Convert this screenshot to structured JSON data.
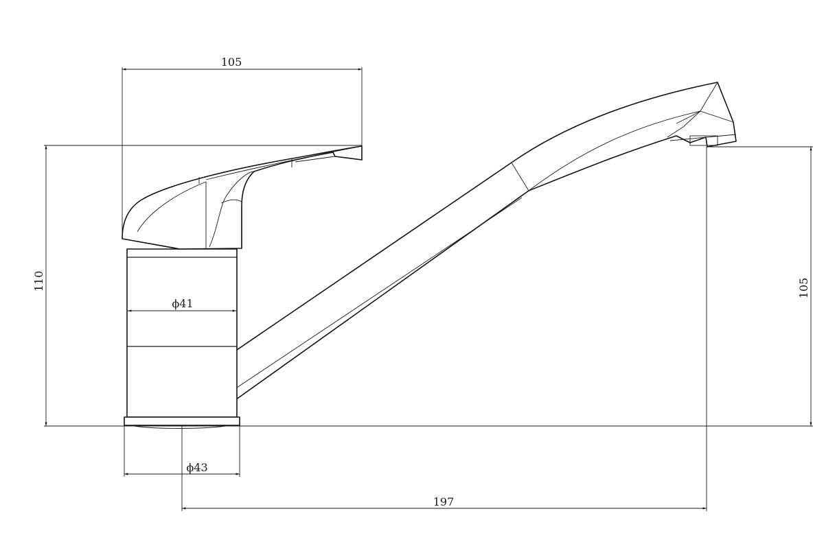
{
  "drawing": {
    "subject": "",
    "dimensions": {
      "lever_length": "105",
      "total_height": "110",
      "body_diameter": "ϕ41",
      "base_diameter": "ϕ43",
      "spout_reach": "197",
      "spout_height": "105"
    }
  }
}
